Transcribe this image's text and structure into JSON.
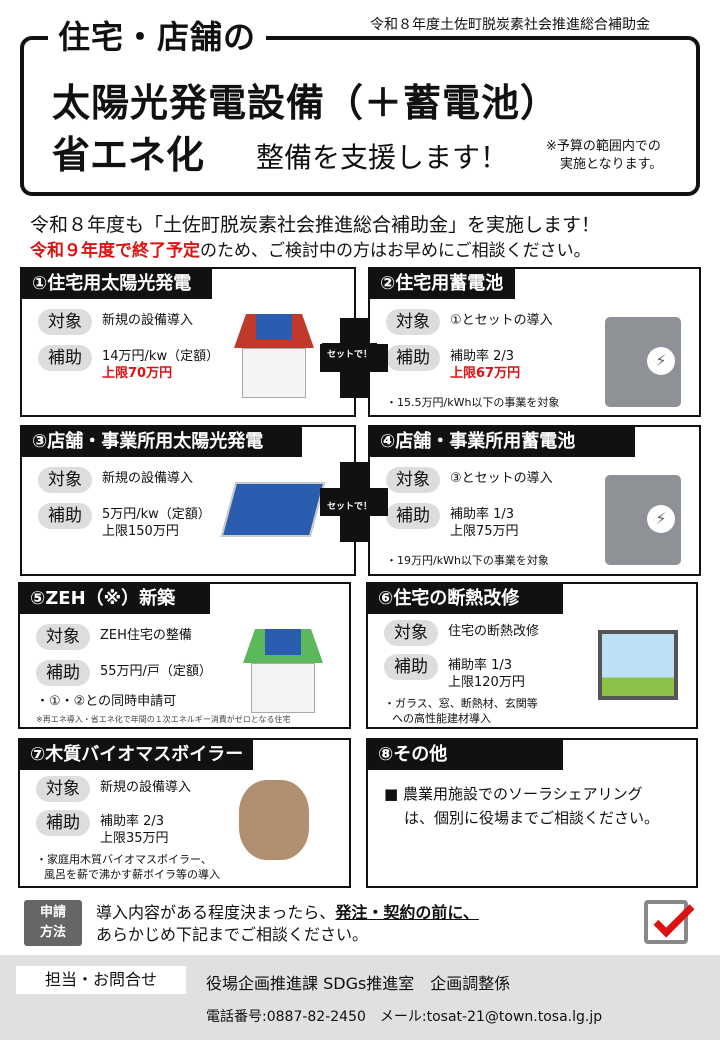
{
  "header": {
    "label": "住宅・店舗の",
    "org": "令和８年度土佐町脱炭素社会推進総合補助金",
    "title1": "太陽光発電設備（＋蓄電池）",
    "title2": "省エネ化",
    "title2_suffix": "整備を支援します！",
    "note1": "※予算の範囲内での",
    "note2": "実施となります。"
  },
  "intro": {
    "line1": "令和８年度も「土佐町脱炭素社会推進総合補助金」を実施します！",
    "line2_red": "令和９年度で終了予定",
    "line2_rest": "のため、ご検討中の方はお早めにご相談ください。"
  },
  "labels": {
    "target": "対象",
    "subsidy": "補助",
    "set": "セットで！"
  },
  "cards": [
    {
      "title": "①住宅用太陽光発電",
      "target": "新規の設備導入",
      "sub1": "14万円/kw（定額）",
      "sub2": "上限70万円",
      "sub2_red": true,
      "icon": "house-solar-icon"
    },
    {
      "title": "②住宅用蓄電池",
      "target": "①とセットの導入",
      "sub1": "補助率 2/3",
      "sub2": "上限67万円",
      "sub2_red": true,
      "note": "・15.5万円/kWh以下の事業を対象",
      "icon": "battery-icon"
    },
    {
      "title": "③店舗・事業所用太陽光発電",
      "target": "新規の設備導入",
      "sub1": "5万円/kw（定額）",
      "sub2": "上限150万円",
      "icon": "solar-panel-icon"
    },
    {
      "title": "④店舗・事業所用蓄電池",
      "target": "③とセットの導入",
      "sub1": "補助率 1/3",
      "sub2": "上限75万円",
      "note": "・19万円/kWh以下の事業を対象",
      "icon": "battery-icon"
    },
    {
      "title": "⑤ZEH（※）新築",
      "target": "ZEH住宅の整備",
      "sub1": "55万円/戸（定額）",
      "note": "・①・②との同時申請可",
      "footnote": "※再エネ導入・省エネ化で年間の１次エネルギー消費がゼロとなる住宅",
      "icon": "zeh-house-icon"
    },
    {
      "title": "⑥住宅の断熱改修",
      "target": "住宅の断熱改修",
      "sub1": "補助率 1/3",
      "sub2": "上限120万円",
      "note": "・ガラス、窓、断熱材、玄関等",
      "note2": "への高性能建材導入",
      "icon": "window-icon"
    },
    {
      "title": "⑦木質バイオマスボイラー",
      "target": "新規の設備導入",
      "sub1": "補助率 2/3",
      "sub2": "上限35万円",
      "note": "・家庭用木質バイオマスボイラー、",
      "note2": "風呂を薪で沸かす薪ボイラ等の導入",
      "icon": "wood-pellets-icon"
    },
    {
      "title": "⑧その他",
      "body1": "■ 農業用施設でのソーラシェアリング",
      "body2": "は、個別に役場までご相談ください。"
    }
  ],
  "apply": {
    "badge1": "申請",
    "badge2": "方法",
    "text1_pre": "導入内容がある程度決まったら、",
    "text1_bold": "発注・契約の前に、",
    "text2": "あらかじめ下記までご相談ください。"
  },
  "footer": {
    "label": "担当・お問合せ",
    "dept": "役場企画推進課 SDGs推進室　企画調整係",
    "contact": "電話番号:0887-82-2450　メール:tosat-21@town.tosa.lg.jp"
  },
  "colors": {
    "accent_red": "#e01010",
    "title_bg": "#111111",
    "pill_bg": "#dddddd",
    "footer_bg": "#e0e0e0"
  }
}
